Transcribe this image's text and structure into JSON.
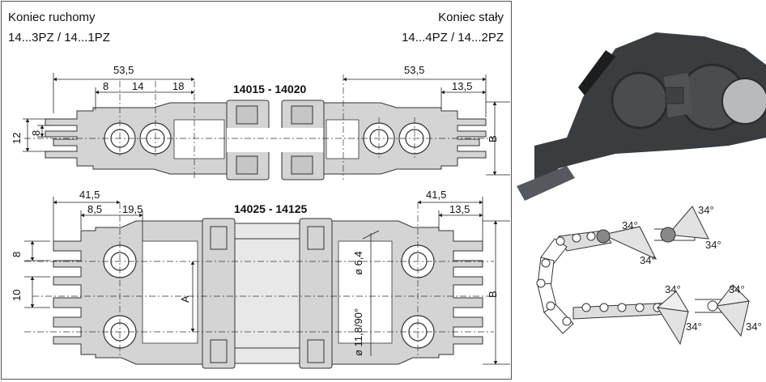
{
  "labels": {
    "moving_end_title": "Koniec ruchomy",
    "moving_end_codes": "14...3PZ / 14...1PZ",
    "fixed_end_title": "Koniec stały",
    "fixed_end_codes": "14...4PZ / 14...2PZ"
  },
  "top_view": {
    "title": "14015 - 14020",
    "dims": {
      "overall_left": "53,5",
      "overall_right": "53,5",
      "d8": "8",
      "d14": "14",
      "d18": "18",
      "d13_5": "13,5",
      "v12": "12",
      "v8": "8",
      "b": "B"
    }
  },
  "bottom_view": {
    "title": "14025 - 14125",
    "dims": {
      "overall_left": "41,5",
      "overall_right": "41,5",
      "d8_5": "8,5",
      "d19_5": "19,5",
      "d13_5": "13,5",
      "v8": "8",
      "v10": "10",
      "a": "A",
      "hole_small": "ø 6,4",
      "hole_large": "ø 11,8/90°",
      "b": "B"
    }
  },
  "angle_diagrams": {
    "angle": "34°"
  },
  "colors": {
    "part_fill": "#d4d4d4",
    "part_stroke": "#333333",
    "line": "#222222",
    "photo_dark": "#3a3d40"
  }
}
